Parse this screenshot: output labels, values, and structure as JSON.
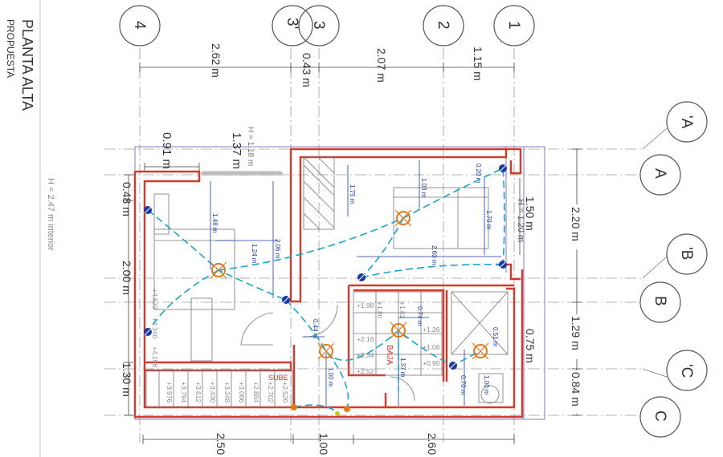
{
  "sheet": {
    "title": "PLANTA ALTA",
    "subtitle": "PROPUESTA",
    "height_note": "H = 2.47 m interior"
  },
  "axes_top": [
    "4",
    "3'",
    "3",
    "2",
    "1"
  ],
  "axes_right": [
    "'A",
    "A",
    "'B",
    "B",
    "'C",
    "C"
  ],
  "dims_top": [
    "2.62 m",
    "0.43 m",
    "2.07 m",
    "1.15 m"
  ],
  "dims_right": [
    "2.20 m",
    "1.29 m",
    "0.84 m"
  ],
  "dims_bottom": [
    "2.50 m",
    "1.00 m",
    "2.60 m"
  ],
  "dims_left": [
    "0.48 m",
    "2.00 m",
    "1.30 m"
  ],
  "window_dims": {
    "w1_width": "0.91 m",
    "w1_height": "1.37 m",
    "w1_h": "H = 1.18 m",
    "w2_width": "1.50 m",
    "w2_h": "H = 1.20 m",
    "w3_width": "0.75 m"
  },
  "inner_dims": [
    "1.75 m",
    "1.03 m",
    "0.20 m",
    "1.70 m",
    "1.48 m",
    "1.24 m",
    "2.06 m",
    "2.60 m",
    "0.74 m",
    "0.44 m",
    "1.00 m",
    "1.37 m",
    "0.51 m",
    "1.00 m",
    "0.70 m",
    "1.00 m"
  ],
  "stair": {
    "up_label": "SUBE",
    "down_label": "BAJA",
    "levels_up": [
      "+2.520",
      "+2.702",
      "+2.884",
      "+3.066",
      "+3.248",
      "+3.430",
      "+3.612",
      "+3.794",
      "+3.976",
      "+4.158",
      "+4.340",
      "+4.522"
    ],
    "levels_down": [
      "+1.98",
      "+1.80",
      "+1.62",
      "+1.26",
      "+1.08",
      "+0.90",
      "+2.16",
      "+2.34",
      "+2.52"
    ]
  }
}
